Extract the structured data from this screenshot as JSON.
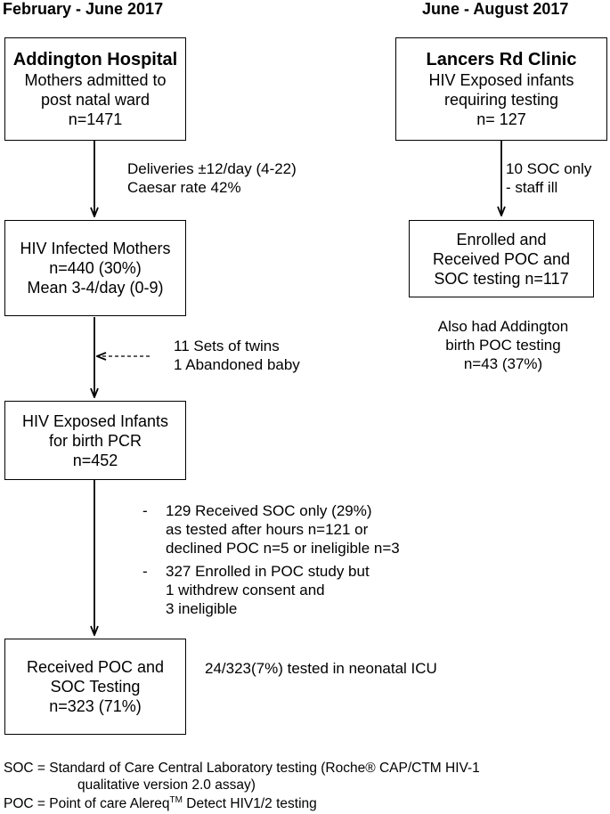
{
  "headers": {
    "left": "February - June 2017",
    "right": "June - August 2017"
  },
  "left": {
    "box1": {
      "title": "Addington Hospital",
      "lines": [
        "Mothers admitted to",
        "post natal ward",
        "n=1471"
      ]
    },
    "note1": [
      "Deliveries ±12/day (4-22)",
      "Caesar rate 42%"
    ],
    "box2": {
      "lines": [
        "HIV Infected Mothers",
        "n=440 (30%)",
        "Mean 3-4/day (0-9)"
      ]
    },
    "note2": [
      "11 Sets of twins",
      "1 Abandoned baby"
    ],
    "box3": {
      "lines": [
        "HIV Exposed Infants",
        "for birth PCR",
        "n=452"
      ]
    },
    "note3": {
      "bullet1": [
        "129 Received SOC only (29%)",
        "as tested after hours n=121 or",
        "declined POC n=5 or ineligible n=3"
      ],
      "bullet2": [
        "327 Enrolled in POC study but",
        "1 withdrew consent and",
        "3 ineligible"
      ],
      "dash": "-"
    },
    "box4": {
      "lines": [
        "Received POC and",
        "SOC Testing",
        "n=323 (71%)"
      ]
    },
    "note4": "24/323(7%) tested in neonatal ICU"
  },
  "right": {
    "box1": {
      "title": "Lancers Rd Clinic",
      "lines": [
        "HIV Exposed infants",
        "requiring testing",
        "n= 127"
      ]
    },
    "note1": [
      "10 SOC only",
      "- staff ill"
    ],
    "box2": {
      "lines": [
        "Enrolled and",
        "Received POC and",
        "SOC testing n=117"
      ]
    },
    "note2": [
      "Also had Addington",
      "birth POC testing",
      "n=43 (37%)"
    ]
  },
  "legend": {
    "soc_line1": "SOC = Standard of Care Central Laboratory testing (Roche® CAP/CTM HIV-1",
    "soc_line2": "qualitative version 2.0 assay)",
    "poc_pre": "POC = Point of care Alereq",
    "poc_sup": "TM",
    "poc_post": " Detect HIV1/2 testing"
  }
}
